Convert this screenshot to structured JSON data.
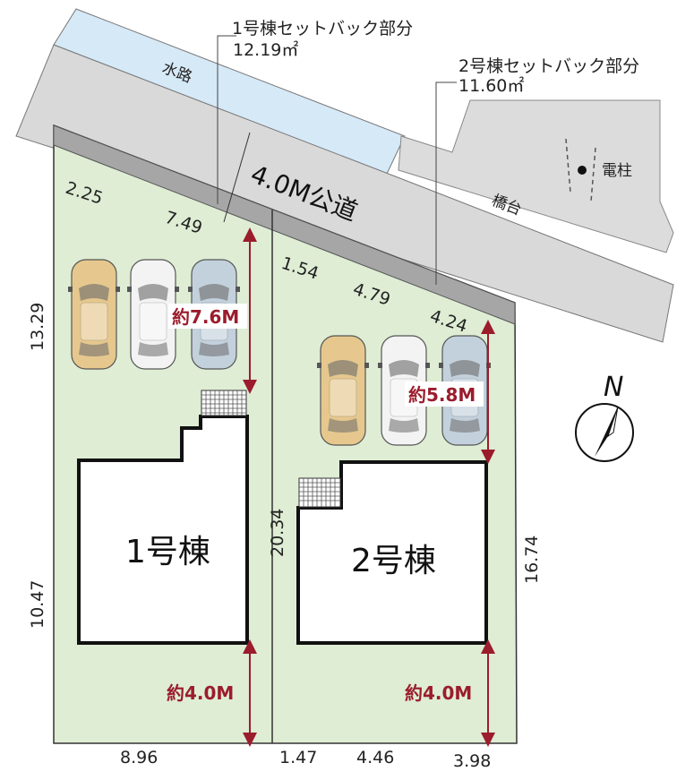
{
  "callouts": {
    "setback1_title": "1号棟セットバック部分",
    "setback1_area": "12.19㎡",
    "setback2_title": "2号棟セットバック部分",
    "setback2_area": "11.60㎡"
  },
  "road": {
    "waterway": "水路",
    "public_road": "4.0M公道",
    "bridge": "橋台",
    "utility_pole": "電柱"
  },
  "buildings": {
    "b1": "1号棟",
    "b2": "2号棟"
  },
  "parking": {
    "lot1": "約7.6M",
    "lot2": "約5.8M",
    "lot1_depth": "約4.0M",
    "lot2_depth": "約4.0M"
  },
  "dimensions": {
    "top_2_25": "2.25",
    "top_7_49": "7.49",
    "top_1_54": "1.54",
    "top_4_79": "4.79",
    "top_4_24": "4.24",
    "left_13_29": "13.29",
    "left_10_47": "10.47",
    "mid_20_34": "20.34",
    "right_16_74": "16.74",
    "bottom_8_96": "8.96",
    "bottom_1_47": "1.47",
    "bottom_4_46": "4.46",
    "bottom_3_98": "3.98"
  },
  "compass": {
    "north": "N"
  },
  "colors": {
    "lot_fill": "#deedd4",
    "road_fill": "#d9d9d9",
    "setback_fill": "#a6a6a6",
    "water_fill": "#d6e9f7",
    "accent_red": "#9b1c2c",
    "car_gold": "#e6c88e",
    "car_white": "#f3f3f3",
    "car_blue": "#c3d1dd"
  }
}
